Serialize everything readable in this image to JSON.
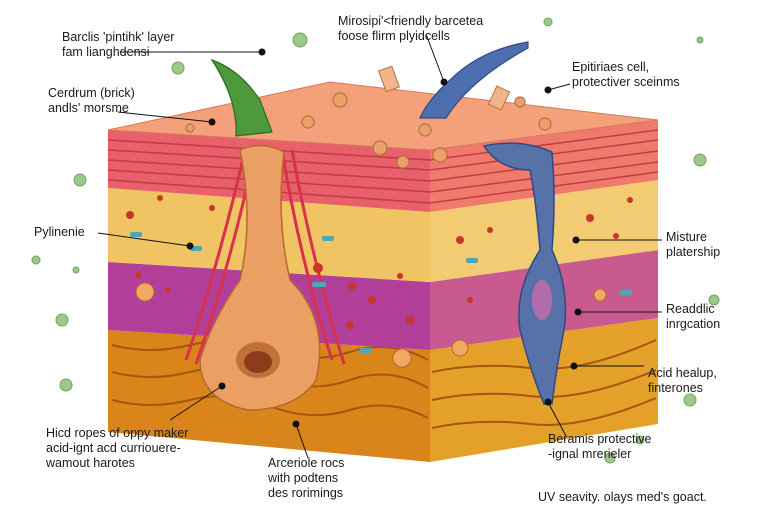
{
  "labels": {
    "top_left": [
      "Barclis 'pintihk' layer",
      "fam lianghdensi"
    ],
    "cerdrum": [
      "Cerdrum (brick)",
      "andls' morsme"
    ],
    "pylinenie": [
      "Pylinenie"
    ],
    "hicd_ropes": [
      "Hicd ropes of oppy maker",
      "acid-ignt acd curriouere-",
      "wamout harotes"
    ],
    "arceriole": [
      "Arceriole rocs",
      "with podtens",
      "des rorimings"
    ],
    "mirosipi": [
      "Mirosipi'<friendly barcetea",
      "foose flirm plyidcells"
    ],
    "epitiriaes": [
      "Epitiriaes cell,",
      "protectiver sceinms"
    ],
    "misture": [
      "Misture",
      "platership"
    ],
    "readdlic": [
      "Readdlic",
      "inrgcation"
    ],
    "acid_healup": [
      "Acid healup,",
      "finterones"
    ],
    "beramis": [
      "Beramis protective",
      "-ignal mrerieler"
    ],
    "footer": [
      "UV seavity. olays med's goact."
    ]
  }
}
